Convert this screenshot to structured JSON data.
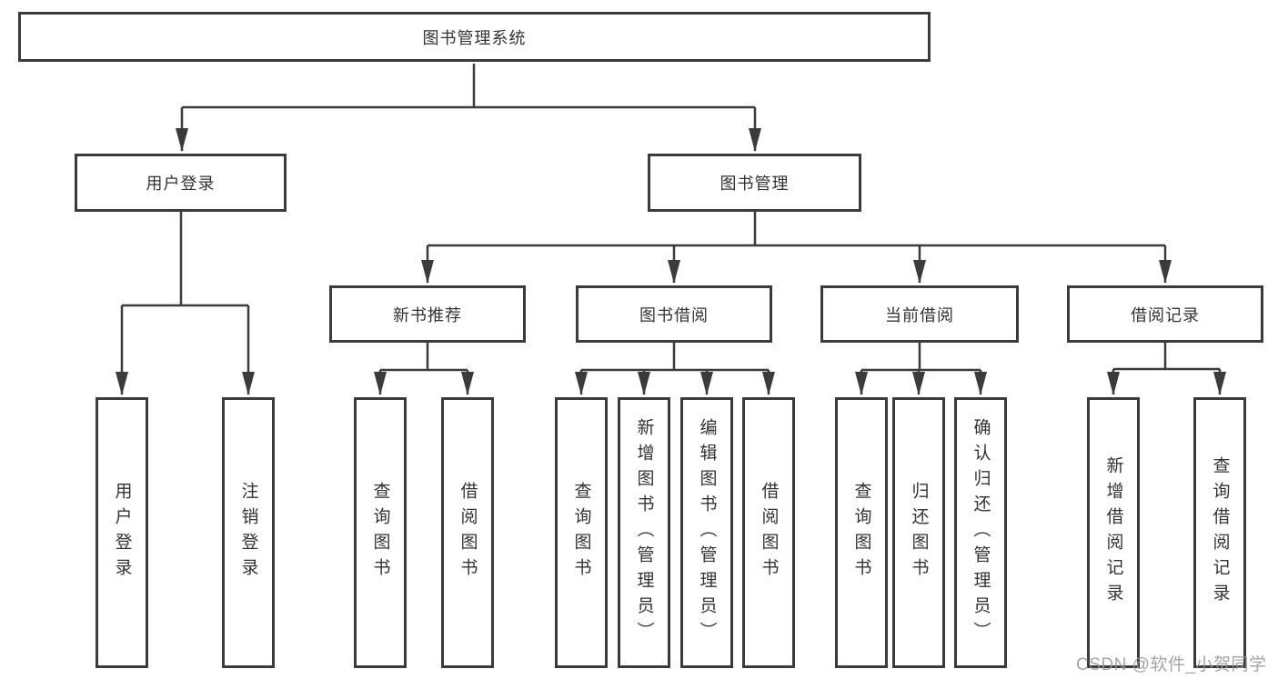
{
  "diagram": {
    "root": {
      "label": "图书管理系统"
    },
    "level2": {
      "user_login": {
        "label": "用户登录"
      },
      "book_mgmt": {
        "label": "图书管理"
      }
    },
    "level3": {
      "new_book_rec": {
        "label": "新书推荐"
      },
      "book_borrow": {
        "label": "图书借阅"
      },
      "current_borrow": {
        "label": "当前借阅"
      },
      "borrow_records": {
        "label": "借阅记录"
      }
    },
    "leaves": {
      "user_login": {
        "label": "用户登录"
      },
      "logout": {
        "label": "注销登录"
      },
      "nbr_query_books": {
        "label": "查询图书"
      },
      "nbr_borrow_books": {
        "label": "借阅图书"
      },
      "bb_query_books": {
        "label": "查询图书"
      },
      "bb_add_books": {
        "label": "新增图书（管理员）"
      },
      "bb_edit_books": {
        "label": "编辑图书（管理员）"
      },
      "bb_borrow_books": {
        "label": "借阅图书"
      },
      "cb_query_books": {
        "label": "查询图书"
      },
      "cb_return_books": {
        "label": "归还图书"
      },
      "cb_confirm_return": {
        "label": "确认归还（管理员）"
      },
      "br_add_record": {
        "label": "新增借阅记录"
      },
      "br_query_record": {
        "label": "查询借阅记录"
      }
    },
    "watermark": "CSDN @软件_小贺同学",
    "colors": {
      "line": "#3b3b3b",
      "text": "#333333",
      "box_background": "#ffffff",
      "watermark": "#989898"
    }
  }
}
